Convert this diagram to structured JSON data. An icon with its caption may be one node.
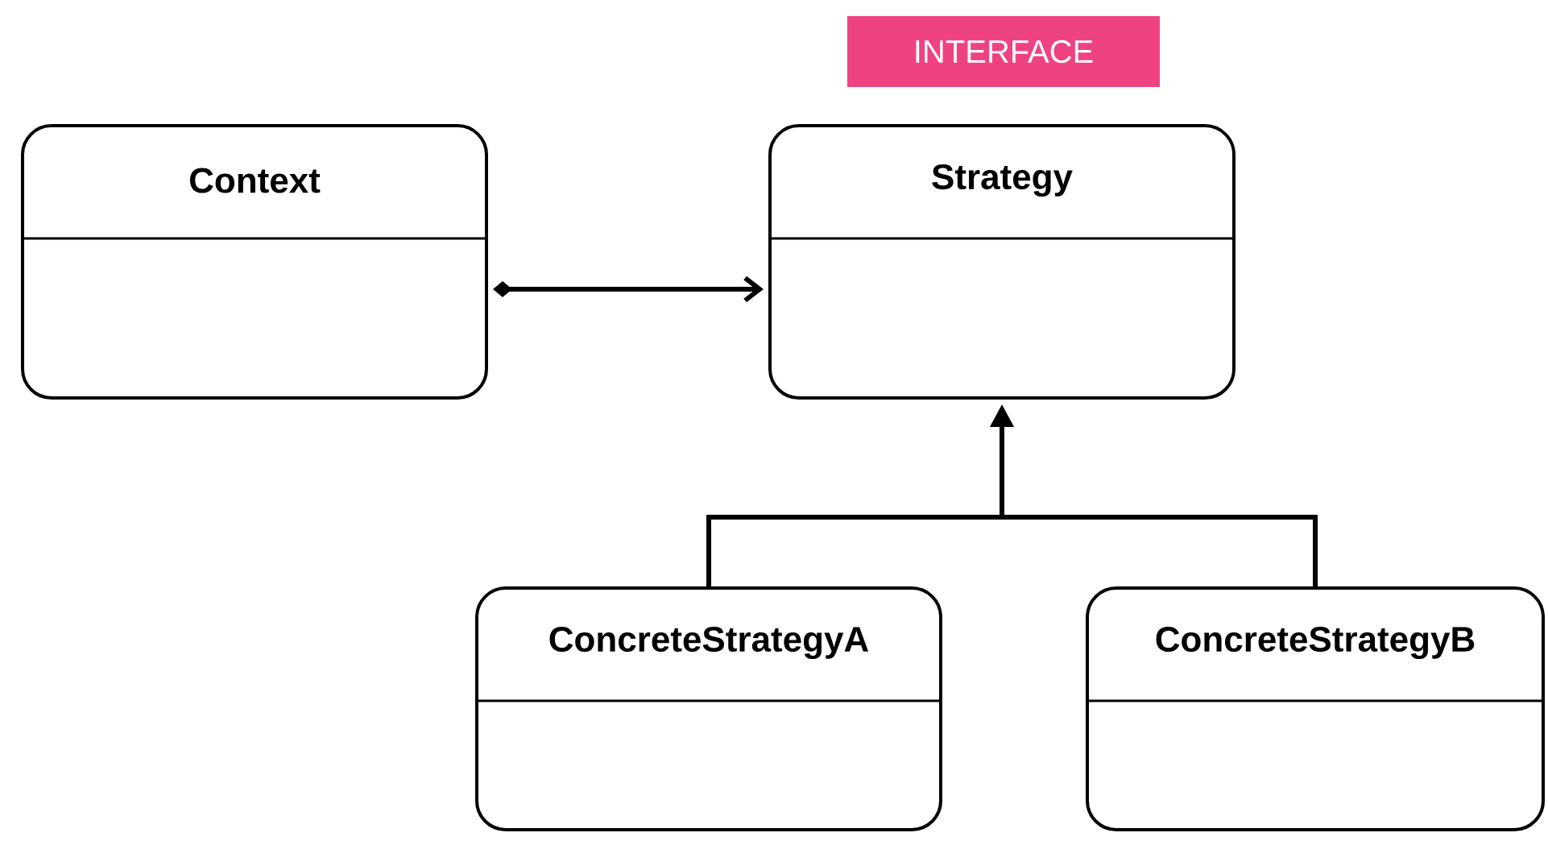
{
  "diagram": {
    "nodes": [
      {
        "text": [
          "INTERFACE"
        ]
      },
      {
        "text": [
          "Context"
        ]
      },
      {
        "text": [
          "Strategy"
        ]
      },
      {
        "text": [
          "ConcreteStrategyA"
        ]
      },
      {
        "text": [
          "ConcreteStrategyB"
        ]
      }
    ],
    "edges": [
      {
        "from": 1,
        "to": 2,
        "arrow": "to"
      },
      {
        "from": 3,
        "to": 2,
        "arrow": "to"
      },
      {
        "from": 4,
        "to": 2,
        "arrow": "to"
      }
    ]
  }
}
